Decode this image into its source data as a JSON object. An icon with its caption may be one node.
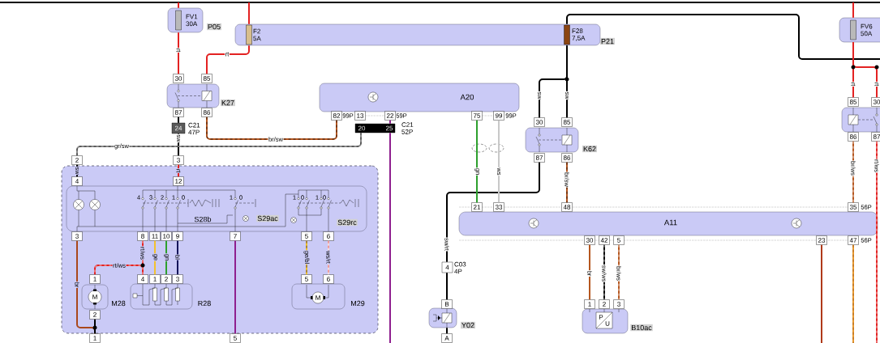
{
  "diagram": {
    "nodes": [
      {
        "text": [
          "FV1 30A",
          "P05"
        ]
      },
      {
        "text": [
          "F2 5A",
          "F28 7,5A",
          "P21"
        ]
      },
      {
        "text": [
          "FV6 50A"
        ]
      },
      {
        "text": [
          "K27",
          "30",
          "85",
          "87",
          "86"
        ]
      },
      {
        "text": [
          "A20",
          "82",
          "99P",
          "13",
          "22",
          "59P",
          "75",
          "99",
          "99P"
        ]
      },
      {
        "text": [
          "24"
        ],
        "beside": [
          "C21 47P"
        ]
      },
      {
        "text": [
          "20",
          "25"
        ],
        "beside": [
          "C21 52P"
        ]
      },
      {
        "text": [
          "K62",
          "30",
          "85",
          "87",
          "86"
        ]
      },
      {
        "text": [
          "85",
          "30",
          "86",
          "87"
        ]
      },
      {
        "text": [],
        "shape": "box"
      },
      {
        "text": [
          "S28b",
          "S29ac",
          "S29rc",
          "4",
          "12",
          "3",
          "8",
          "11",
          "10",
          "9",
          "7",
          "5",
          "6"
        ],
        "in": 9
      },
      {
        "text": [
          "M",
          "M28",
          "1",
          "2"
        ],
        "in": 9
      },
      {
        "text": [
          "R28",
          "4",
          "1",
          "2",
          "3"
        ],
        "in": 9
      },
      {
        "text": [
          "M",
          "M29",
          "5",
          "6"
        ],
        "in": 9
      },
      {
        "text": [
          "A11",
          "21",
          "33",
          "48",
          "35",
          "56P",
          "30",
          "42",
          "5",
          "23",
          "47",
          "56P"
        ]
      },
      {
        "text": [
          "4"
        ],
        "beside": [
          "C03 4P"
        ]
      },
      {
        "text": [
          "Y02",
          "B"
        ]
      },
      {
        "text": [
          "P",
          "U",
          "B10ac",
          "1",
          "2",
          "3"
        ]
      },
      {
        "text": [
          "1"
        ]
      },
      {
        "text": [
          "5"
        ]
      },
      {
        "text": [
          "A"
        ]
      },
      {
        "text": [
          "2"
        ]
      },
      {
        "text": [
          "3"
        ]
      }
    ],
    "edges": [
      {
        "from": null,
        "to": 0,
        "arrow": "none",
        "color": "#e32222"
      },
      {
        "from": null,
        "to": 1,
        "arrow": "none",
        "color": "#e32222"
      },
      {
        "from": null,
        "to": 2,
        "arrow": "none",
        "color": "#e32222"
      },
      {
        "from": 0,
        "to": 3,
        "arrow": "none",
        "label": "rt",
        "color": "#e32222"
      },
      {
        "from": 1,
        "to": 3,
        "arrow": "none",
        "label": "rt",
        "color": "#e32222"
      },
      {
        "from": 3,
        "to": 5,
        "arrow": "none",
        "color": "#000000"
      },
      {
        "from": 5,
        "to": 22,
        "arrow": "none",
        "label": "sw",
        "color": "#000000"
      },
      {
        "from": 22,
        "to": 10,
        "arrow": "none",
        "label": "rt",
        "color": "#e32222"
      },
      {
        "from": 21,
        "to": 10,
        "arrow": "none",
        "label": "sw",
        "color": "#000000"
      },
      {
        "from": 3,
        "to": 4,
        "arrow": "none",
        "label": "br/sw",
        "color": "#b5561f"
      },
      {
        "from": 21,
        "to": 6,
        "arrow": "none",
        "label": "gr/sw",
        "color": "#8c8c8c"
      },
      {
        "from": 4,
        "to": 6,
        "arrow": "none",
        "color": "#8e1f8e"
      },
      {
        "from": 6,
        "to": null,
        "arrow": "none",
        "color": "#8e1f8e"
      },
      {
        "from": 1,
        "to": 7,
        "arrow": "none",
        "label": "sw",
        "color": "#000000"
      },
      {
        "from": 1,
        "to": 7,
        "arrow": "none",
        "label": "sw",
        "color": "#000000"
      },
      {
        "from": 1,
        "to": null,
        "arrow": "none",
        "color": "#000000"
      },
      {
        "from": 7,
        "to": 15,
        "arrow": "none",
        "label": "sw/rt",
        "color": "#000000"
      },
      {
        "from": 15,
        "to": 16,
        "arrow": "none",
        "color": "#000000"
      },
      {
        "from": 16,
        "to": 20,
        "arrow": "none",
        "color": "#000000"
      },
      {
        "from": 4,
        "to": 14,
        "arrow": "none",
        "label": "gn",
        "color": "#2ea02e"
      },
      {
        "from": 4,
        "to": 14,
        "arrow": "none",
        "label": "ws",
        "color": "#c8c8c8"
      },
      {
        "from": 7,
        "to": 14,
        "arrow": "none",
        "label": "br/sw",
        "color": "#b5561f"
      },
      {
        "from": 8,
        "to": 14,
        "arrow": "none",
        "label": "br/ws",
        "color": "#b5561f"
      },
      {
        "from": 2,
        "to": 8,
        "arrow": "none",
        "label": "rt",
        "color": "#e32222"
      },
      {
        "from": 2,
        "to": 8,
        "arrow": "none",
        "label": "rt",
        "color": "#e32222"
      },
      {
        "from": 8,
        "to": null,
        "arrow": "none",
        "label": "rt/ws",
        "color": "#e32222"
      },
      {
        "from": 14,
        "to": 17,
        "arrow": "none",
        "label": "br",
        "color": "#b5561f"
      },
      {
        "from": 14,
        "to": 17,
        "arrow": "none",
        "label": "sw/ws",
        "color": "#000000"
      },
      {
        "from": 14,
        "to": 17,
        "arrow": "none",
        "label": "br/ws",
        "color": "#b5561f"
      },
      {
        "from": 14,
        "to": null,
        "arrow": "none",
        "color": "#b03a1a"
      },
      {
        "from": 14,
        "to": null,
        "arrow": "none",
        "color": "#e89a30"
      },
      {
        "from": 10,
        "to": 18,
        "arrow": "none",
        "label": "br",
        "color": "#a9481c"
      },
      {
        "from": 11,
        "to": 18,
        "arrow": "none",
        "color": "#000000"
      },
      {
        "from": 10,
        "to": 12,
        "arrow": "none",
        "label": "rt/ws",
        "color": "#e32222"
      },
      {
        "from": 12,
        "to": 11,
        "arrow": "none",
        "label": "rt/ws",
        "color": "#e32222"
      },
      {
        "from": 10,
        "to": 12,
        "arrow": "none",
        "label": "ge",
        "color": "#f2c12e"
      },
      {
        "from": 10,
        "to": 12,
        "arrow": "none",
        "label": "gn",
        "color": "#2ea02e"
      },
      {
        "from": 10,
        "to": 12,
        "arrow": "none",
        "label": "bl",
        "color": "#14145a"
      },
      {
        "from": 10,
        "to": 19,
        "arrow": "none",
        "color": "#8e1f8e"
      },
      {
        "from": 10,
        "to": 13,
        "arrow": "none",
        "label": "ge/bl",
        "color": "#f2c12e"
      },
      {
        "from": 10,
        "to": 13,
        "arrow": "none",
        "label": "ws/rt",
        "color": "#f4dada"
      }
    ],
    "labels": [
      "4",
      "3",
      "2",
      "1",
      "0",
      "1",
      "0",
      "1",
      "0",
      "1",
      "0"
    ]
  }
}
